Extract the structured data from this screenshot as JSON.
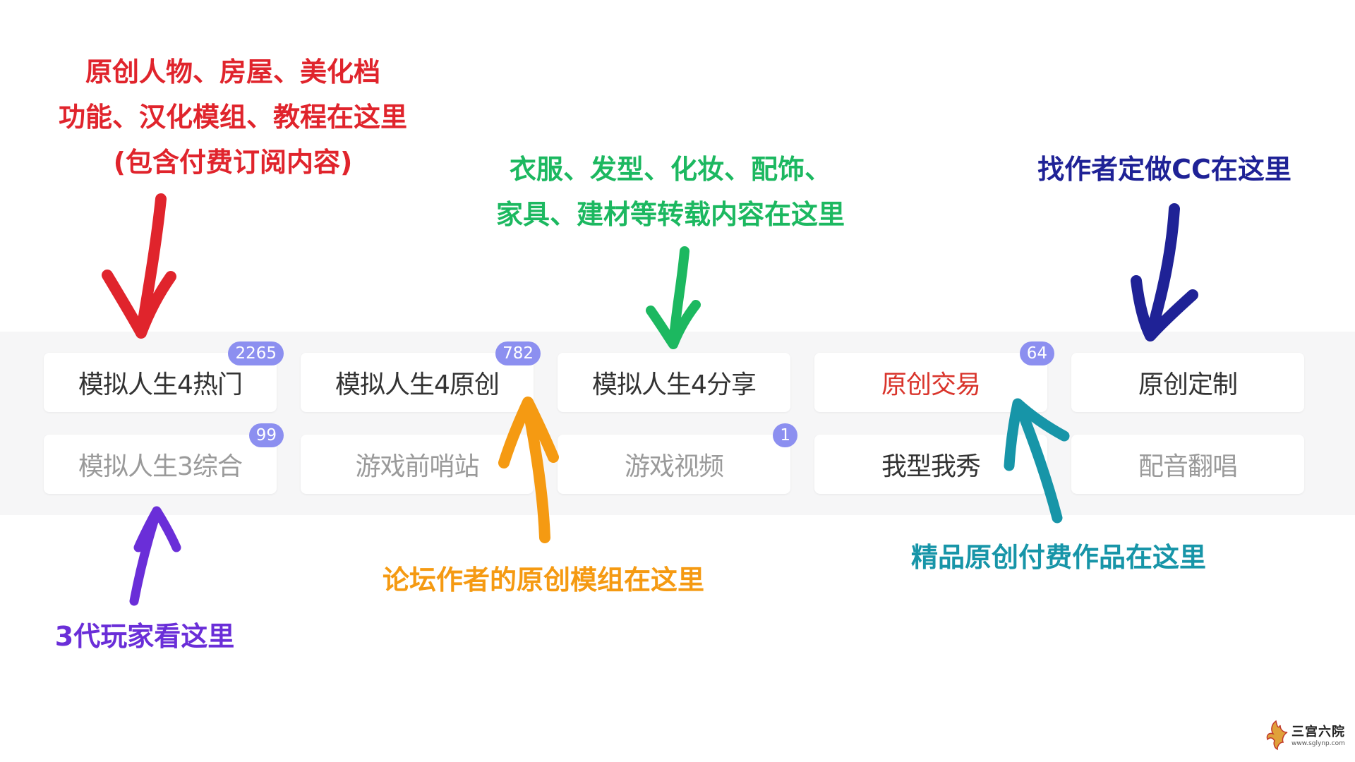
{
  "annotations": {
    "red": [
      "原创人物、房屋、美化档",
      "功能、汉化模组、教程在这里",
      "(包含付费订阅内容)"
    ],
    "green": [
      "衣服、发型、化妆、配饰、",
      "家具、建材等转载内容在这里"
    ],
    "navy": "找作者定做CC在这里",
    "orange": "论坛作者的原创模组在这里",
    "teal": "精品原创付费作品在这里",
    "purple": "3代玩家看这里"
  },
  "colors": {
    "red": "#e0242c",
    "green": "#1cb860",
    "navy": "#1f2296",
    "orange": "#f59a12",
    "teal": "#1795a8",
    "purple": "#6a2ed8",
    "badge": "#8c8ff0",
    "highlight_tile_text": "#d9342b"
  },
  "tiles": {
    "row1": [
      {
        "label": "模拟人生4热门",
        "badge": "2265"
      },
      {
        "label": "模拟人生4原创",
        "badge": "782"
      },
      {
        "label": "模拟人生4分享",
        "badge": null
      },
      {
        "label": "原创交易",
        "badge": "64"
      },
      {
        "label": "原创定制",
        "badge": null
      }
    ],
    "row2": [
      {
        "label": "模拟人生3综合",
        "badge": "99"
      },
      {
        "label": "游戏前哨站",
        "badge": null
      },
      {
        "label": "游戏视频",
        "badge": "1"
      },
      {
        "label": "我型我秀",
        "badge": null
      },
      {
        "label": "配音翻唱",
        "badge": null
      }
    ]
  },
  "watermark": {
    "name": "三宫六院",
    "url": "www.sglynp.com",
    "icon": "phoenix-logo-icon"
  }
}
